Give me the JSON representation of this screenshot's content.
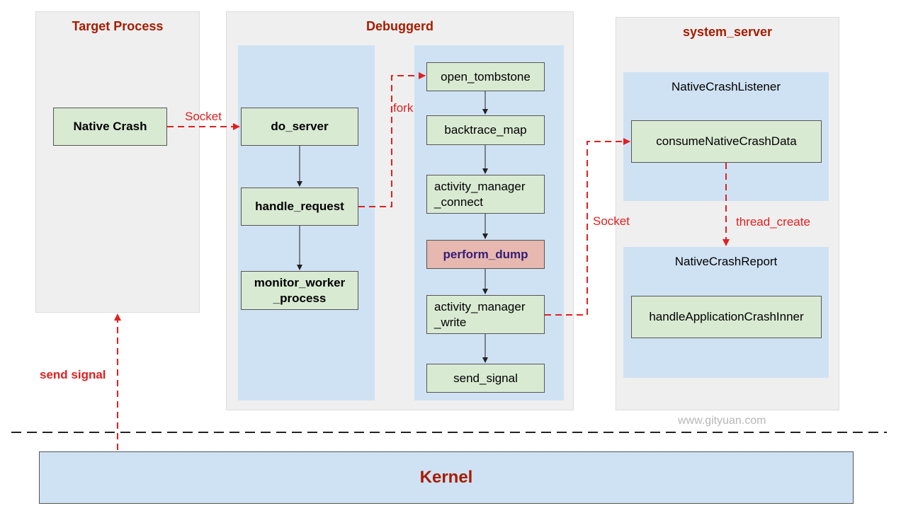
{
  "panels": {
    "target": {
      "title": "Target Process"
    },
    "debuggerd": {
      "title": "Debuggerd"
    },
    "system_server": {
      "title": "system_server"
    }
  },
  "nodes": {
    "native_crash": "Native Crash",
    "do_server": "do_server",
    "handle_request": "handle_request",
    "monitor_worker": "monitor_worker\n_process",
    "open_tombstone": "open_tombstone",
    "backtrace_map": "backtrace_map",
    "am_connect": "activity_manager\n_connect",
    "perform_dump": "perform_dump",
    "am_write": "activity_manager\n_write",
    "send_signal": "send_signal",
    "consume": "consumeNativeCrashData",
    "handle_app_crash": "handleApplicationCrashInner"
  },
  "lanes": {
    "listener": "NativeCrashListener",
    "report": "NativeCrashReport"
  },
  "edge_labels": {
    "socket1": "Socket",
    "fork": "fork",
    "socket2": "Socket",
    "thread_create": "thread_create",
    "send_signal": "send signal"
  },
  "kernel": "Kernel",
  "watermark": "www.gityuan.com",
  "colors": {
    "panel_title": "#a61c00",
    "dashed_edge": "#e02020",
    "node_fill": "#d9ead3",
    "highlight_fill": "#e6b8af",
    "highlight_text": "#351c75",
    "lane_fill": "#cfe2f3"
  }
}
